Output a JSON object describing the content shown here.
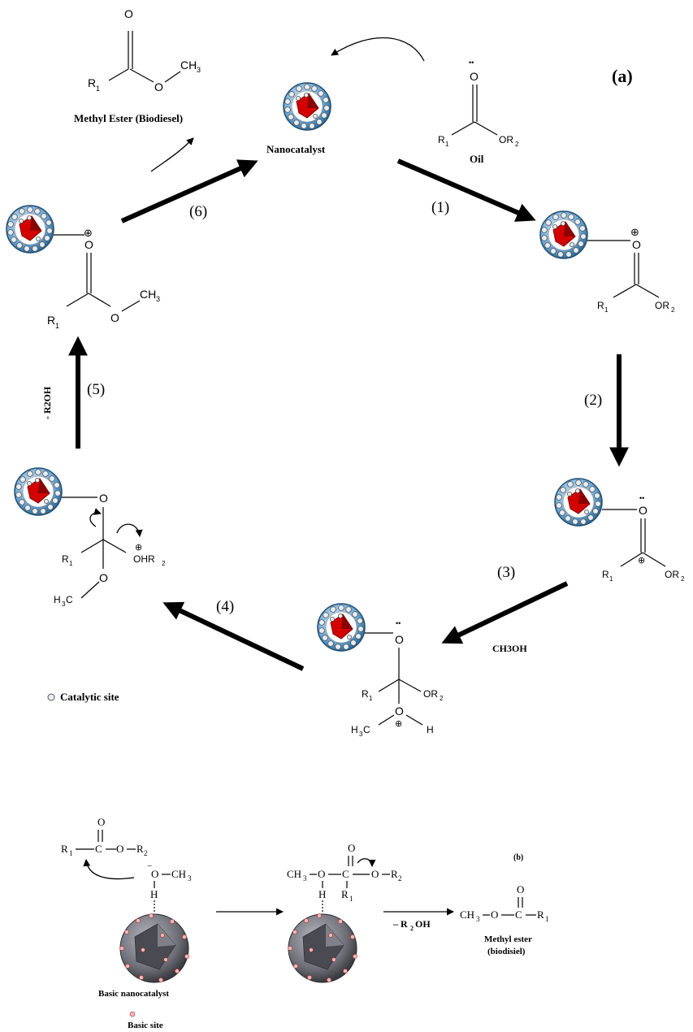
{
  "panel_a": {
    "label": "(a)",
    "nanocatalyst": "Nanocatalyst",
    "methyl_ester": "Methyl Ester (Biodiesel)",
    "oil": "Oil",
    "catalytic_site": "Catalytic site",
    "methanol": "CH3OH",
    "r2oh": "- R2OH",
    "steps": [
      "(1)",
      "(2)",
      "(3)",
      "(4)",
      "(5)",
      "(6)"
    ],
    "atoms": {
      "r1": "R",
      "r1_sub": "1",
      "or2": "OR",
      "r2_sub": "2",
      "ohr2": "OHR",
      "ch3": "CH",
      "ch3_sub": "3",
      "h3c": "H",
      "h3c_tail": "C",
      "o": "O",
      "h": "H",
      "plus": "⊕",
      "lone_pair": "••"
    }
  },
  "panel_b": {
    "label": "(b)",
    "ester": [
      "R",
      "1",
      "C",
      "O",
      "R",
      "2"
    ],
    "methoxide": [
      "O",
      "CH",
      "3"
    ],
    "h": "H",
    "minus_r2oh": "– R",
    "minus_r2oh_sub": "2",
    "minus_r2oh_tail": "OH",
    "methyl_ester_line1": "Methyl ester",
    "methyl_ester_line2": "(biodisiel)",
    "basic_nanocatalyst": "Basic nanocatalyst",
    "basic_site": "Basic site",
    "intermediate": [
      "CH",
      "3",
      "O",
      "C",
      "O",
      "R",
      "2",
      "R",
      "1"
    ],
    "product": [
      "CH",
      "3",
      "O",
      "C",
      "R",
      "1"
    ]
  },
  "colors": {
    "core_red": "#d40000",
    "shell_blue": "#6aa7d6",
    "site_grey": "#c8d0d8",
    "basic_sphere": "#6e6e6e",
    "basic_site": "#f2b8b8"
  }
}
